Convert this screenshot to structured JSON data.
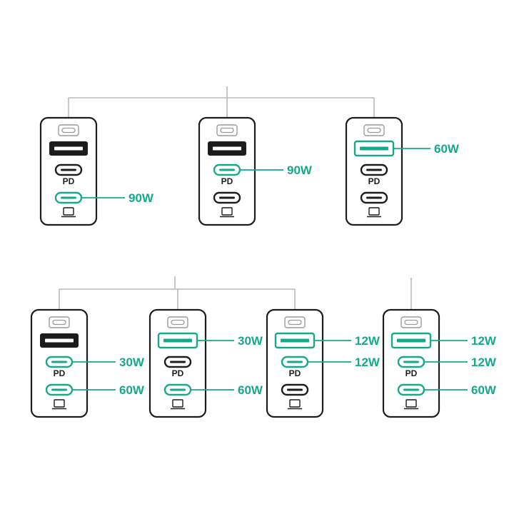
{
  "colors": {
    "accent": "#16a88a",
    "outline": "#1c1c1c",
    "connector_line": "#b9b9b9",
    "icon_gray": "#9a9a9a"
  },
  "icons": {
    "top_port": "type-c-input-icon",
    "usb_a": "usb-a-port-icon",
    "usb_c": "usb-c-port-icon",
    "laptop": "laptop-icon"
  },
  "pd_label": "PD",
  "top_group": {
    "chargers": [
      {
        "ports": [
          {
            "type": "usb-a",
            "active": false,
            "watt": ""
          },
          {
            "type": "usb-c",
            "active": false,
            "watt": ""
          },
          {
            "type": "usb-c",
            "active": true,
            "watt": "90W"
          }
        ]
      },
      {
        "ports": [
          {
            "type": "usb-a",
            "active": false,
            "watt": ""
          },
          {
            "type": "usb-c",
            "active": true,
            "watt": "90W"
          },
          {
            "type": "usb-c",
            "active": false,
            "watt": ""
          }
        ]
      },
      {
        "ports": [
          {
            "type": "usb-a",
            "active": true,
            "watt": "60W"
          },
          {
            "type": "usb-c",
            "active": false,
            "watt": ""
          },
          {
            "type": "usb-c",
            "active": false,
            "watt": ""
          }
        ]
      }
    ]
  },
  "bottom_group": {
    "chargers": [
      {
        "ports": [
          {
            "type": "usb-a",
            "active": false,
            "watt": ""
          },
          {
            "type": "usb-c",
            "active": true,
            "watt": "30W"
          },
          {
            "type": "usb-c",
            "active": true,
            "watt": "60W"
          }
        ]
      },
      {
        "ports": [
          {
            "type": "usb-a",
            "active": true,
            "watt": "30W"
          },
          {
            "type": "usb-c",
            "active": false,
            "watt": ""
          },
          {
            "type": "usb-c",
            "active": true,
            "watt": "60W"
          }
        ]
      },
      {
        "ports": [
          {
            "type": "usb-a",
            "active": true,
            "watt": "12W"
          },
          {
            "type": "usb-c",
            "active": true,
            "watt": "12W"
          },
          {
            "type": "usb-c",
            "active": false,
            "watt": ""
          }
        ]
      }
    ]
  },
  "standalone": {
    "chargers": [
      {
        "ports": [
          {
            "type": "usb-a",
            "active": true,
            "watt": "12W"
          },
          {
            "type": "usb-c",
            "active": true,
            "watt": "12W"
          },
          {
            "type": "usb-c",
            "active": true,
            "watt": "60W"
          }
        ]
      }
    ]
  }
}
